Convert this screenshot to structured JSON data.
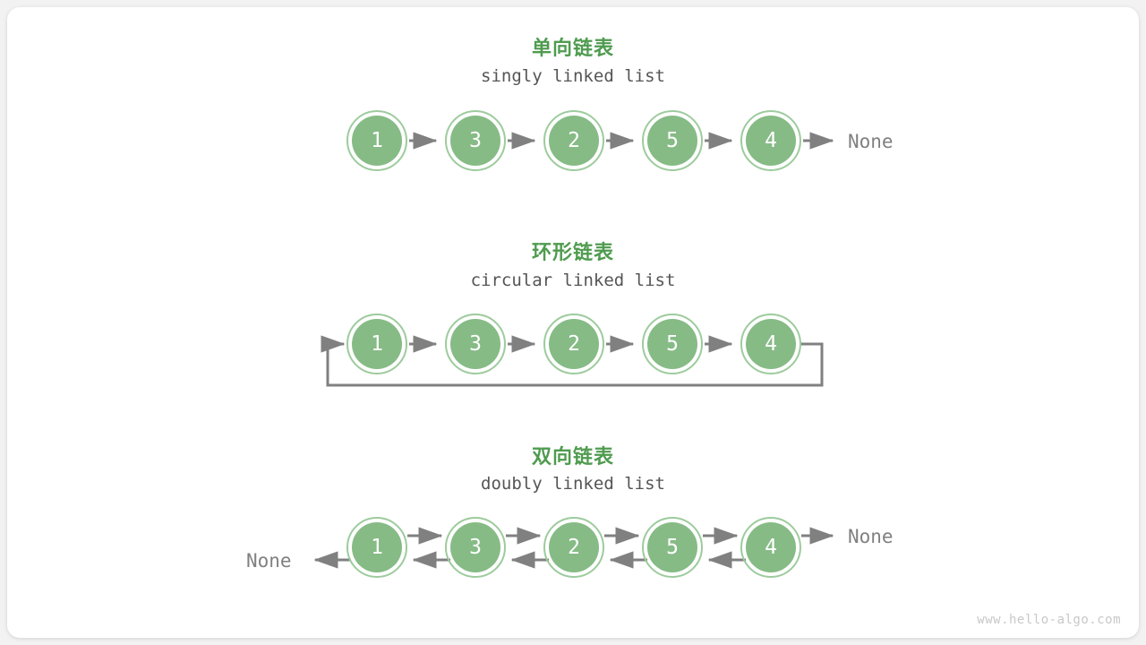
{
  "page": {
    "background_color": "#f2f2f2",
    "card_color": "#ffffff",
    "watermark": "www.hello-algo.com"
  },
  "style": {
    "node_fill": "#86bb86",
    "node_ring": "#9dcb9d",
    "node_text": "#ffffff",
    "arrow_color": "#808080",
    "title_cn_color": "#4f9b4f",
    "title_en_color": "#555555",
    "none_color": "#808080"
  },
  "diagrams": [
    {
      "id": "singly-linked-list",
      "title_cn": "单向链表",
      "title_en": "singly linked list",
      "nodes": [
        "1",
        "3",
        "2",
        "5",
        "4"
      ],
      "tail_label": "None",
      "head_label": "",
      "directions": "forward"
    },
    {
      "id": "circular-linked-list",
      "title_cn": "环形链表",
      "title_en": "circular linked list",
      "nodes": [
        "1",
        "3",
        "2",
        "5",
        "4"
      ],
      "tail_label": "",
      "head_label": "",
      "directions": "forward-circular"
    },
    {
      "id": "doubly-linked-list",
      "title_cn": "双向链表",
      "title_en": "doubly linked list",
      "nodes": [
        "1",
        "3",
        "2",
        "5",
        "4"
      ],
      "tail_label": "None",
      "head_label": "None",
      "directions": "bidirectional"
    }
  ]
}
